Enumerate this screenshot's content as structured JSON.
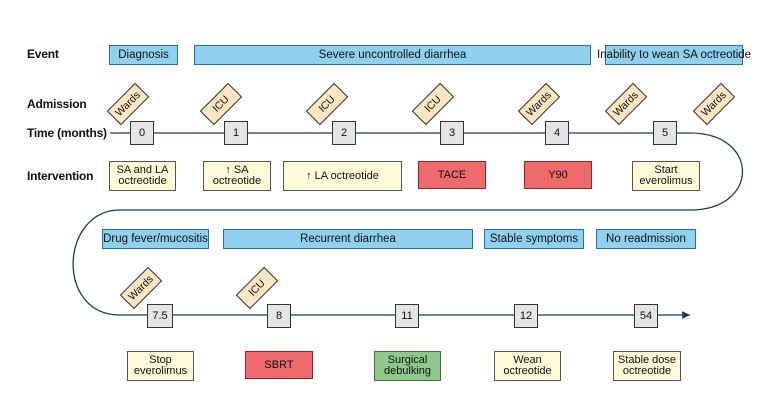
{
  "labels": {
    "event": "Event",
    "admission": "Admission",
    "time": "Time (months)",
    "intervention": "Intervention"
  },
  "events": [
    "Diagnosis",
    "Severe uncontrolled diarrhea",
    "Inability to wean SA octreotide",
    "Drug fever/mucositis",
    "Recurrent diarrhea",
    "Stable symptoms",
    "No readmission"
  ],
  "admissions": [
    "Wards",
    "ICU",
    "ICU",
    "ICU",
    "Wards",
    "Wards",
    "Wards",
    "Wards",
    "ICU"
  ],
  "times": [
    "0",
    "1",
    "2",
    "3",
    "4",
    "5",
    "7.5",
    "8",
    "11",
    "12",
    "54"
  ],
  "interventions": [
    "SA and LA\noctreotide",
    "↑ SA\noctreotide",
    "↑ LA  octreotide",
    "TACE",
    "Y90",
    "Start\neverolimus",
    "Stop\neverolimus",
    "SBRT",
    "Surgical\ndebulking",
    "Wean\noctreotide",
    "Stable dose\noctreotide"
  ],
  "colors": {
    "event": "#8fd1ee",
    "admission": "#fde6c4",
    "time_box": "#e4e4e4",
    "intervention_neutral": "#fffbd9",
    "intervention_local": "#ee6a6c",
    "intervention_surgery": "#8fc88a",
    "timeline": "#1f3b57"
  }
}
